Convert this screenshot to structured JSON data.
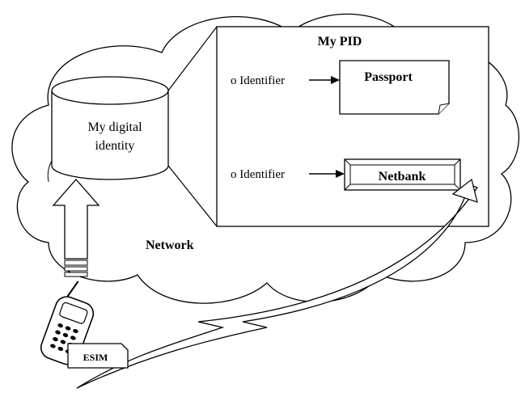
{
  "diagram": {
    "pid_box_title": "My PID",
    "database_label_line1": "My digital",
    "database_label_line2": "identity",
    "identifier_1": "o Identifier",
    "identifier_2": "o Identifier",
    "passport_label": "Passport",
    "netbank_label": "Netbank",
    "network_label": "Network",
    "esim_label": "ESIM"
  },
  "colors": {
    "stroke": "#000000",
    "fill": "#ffffff"
  }
}
